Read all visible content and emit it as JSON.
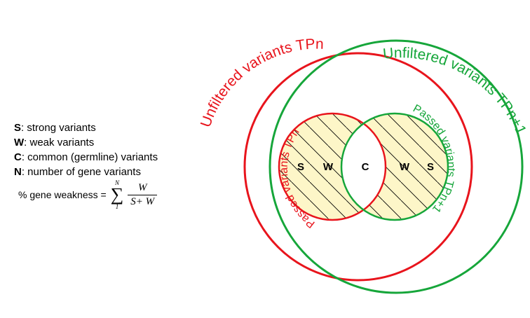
{
  "legend": {
    "items": [
      {
        "key": "S",
        "desc": ": strong variants"
      },
      {
        "key": "W",
        "desc": ": weak variants"
      },
      {
        "key": "C",
        "desc": ": common (germline) variants"
      },
      {
        "key": "N",
        "desc": ": number of gene variants"
      }
    ]
  },
  "formula": {
    "label": "% gene weakness =",
    "upper": "N",
    "sigma": "∑",
    "lower": "1",
    "numerator": "W",
    "denominator": "S+ W"
  },
  "venn": {
    "outer_left_label": "Unfiltered variants TPn",
    "outer_right_label": "Unfiltered variants TPn+1",
    "inner_left_label": "Passed variants TPn",
    "inner_right_label": "Passed variants TPn+1",
    "region_s_left": "S",
    "region_w_left": "W",
    "region_c": "C",
    "region_w_right": "W",
    "region_s_right": "S"
  },
  "colors": {
    "red": "#e8141c",
    "green": "#16a63a",
    "strong_fill": "#b8c8e0",
    "weak_fill": "#fdf6c8"
  }
}
